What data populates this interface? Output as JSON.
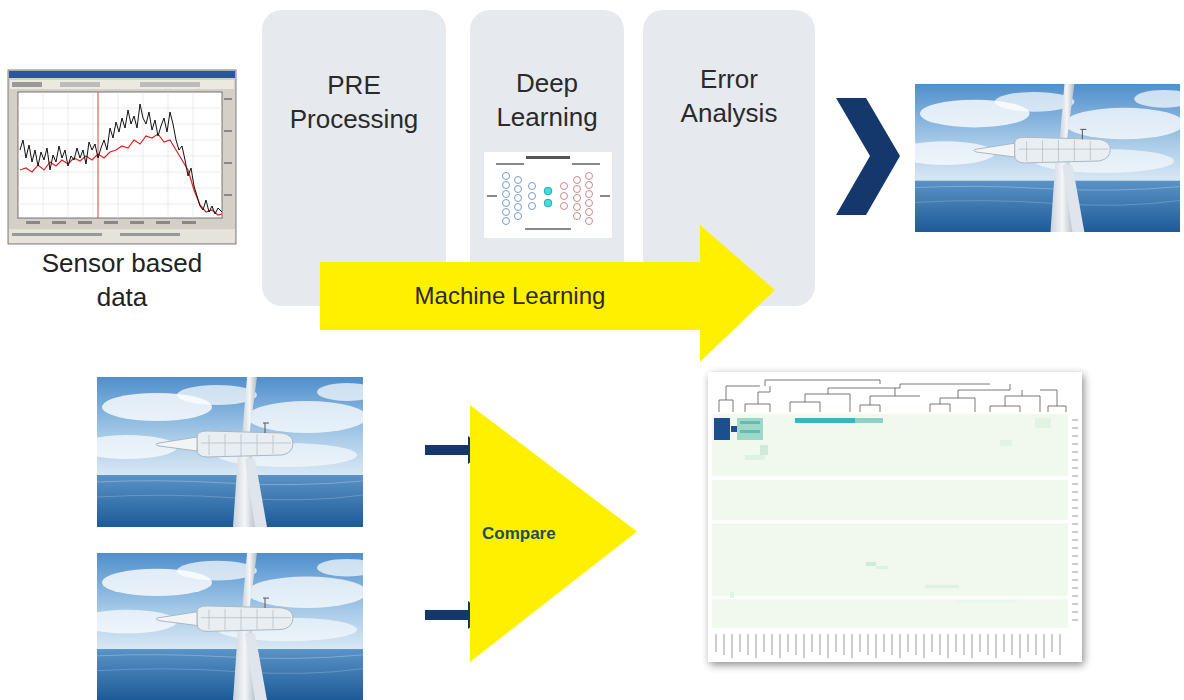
{
  "diagram": {
    "nodes": [
      {
        "text": [
          "PRE Processing"
        ]
      },
      {
        "text": [
          "Deep Learning"
        ]
      },
      {
        "text": [
          "Error Analysis"
        ]
      },
      {
        "text": [
          "Machine Learning"
        ]
      },
      {
        "text": [
          "Compare"
        ]
      }
    ],
    "labels": [
      "Sensor based data"
    ]
  }
}
